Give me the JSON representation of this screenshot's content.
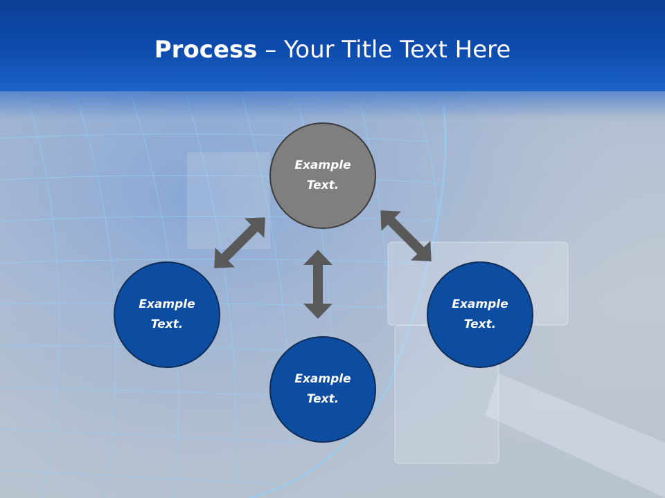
{
  "slide": {
    "title_bold": "Process",
    "title_rest": " – Your Title Text Here"
  },
  "nodes": {
    "top": "Example Text.",
    "left": "Example Text.",
    "bottom": "Example Text.",
    "right": "Example Text."
  },
  "colors": {
    "title_bar": "#0d4cae",
    "node_gray": "#7f7f7f",
    "node_blue": "#0d4da1",
    "arrow": "#595959"
  }
}
